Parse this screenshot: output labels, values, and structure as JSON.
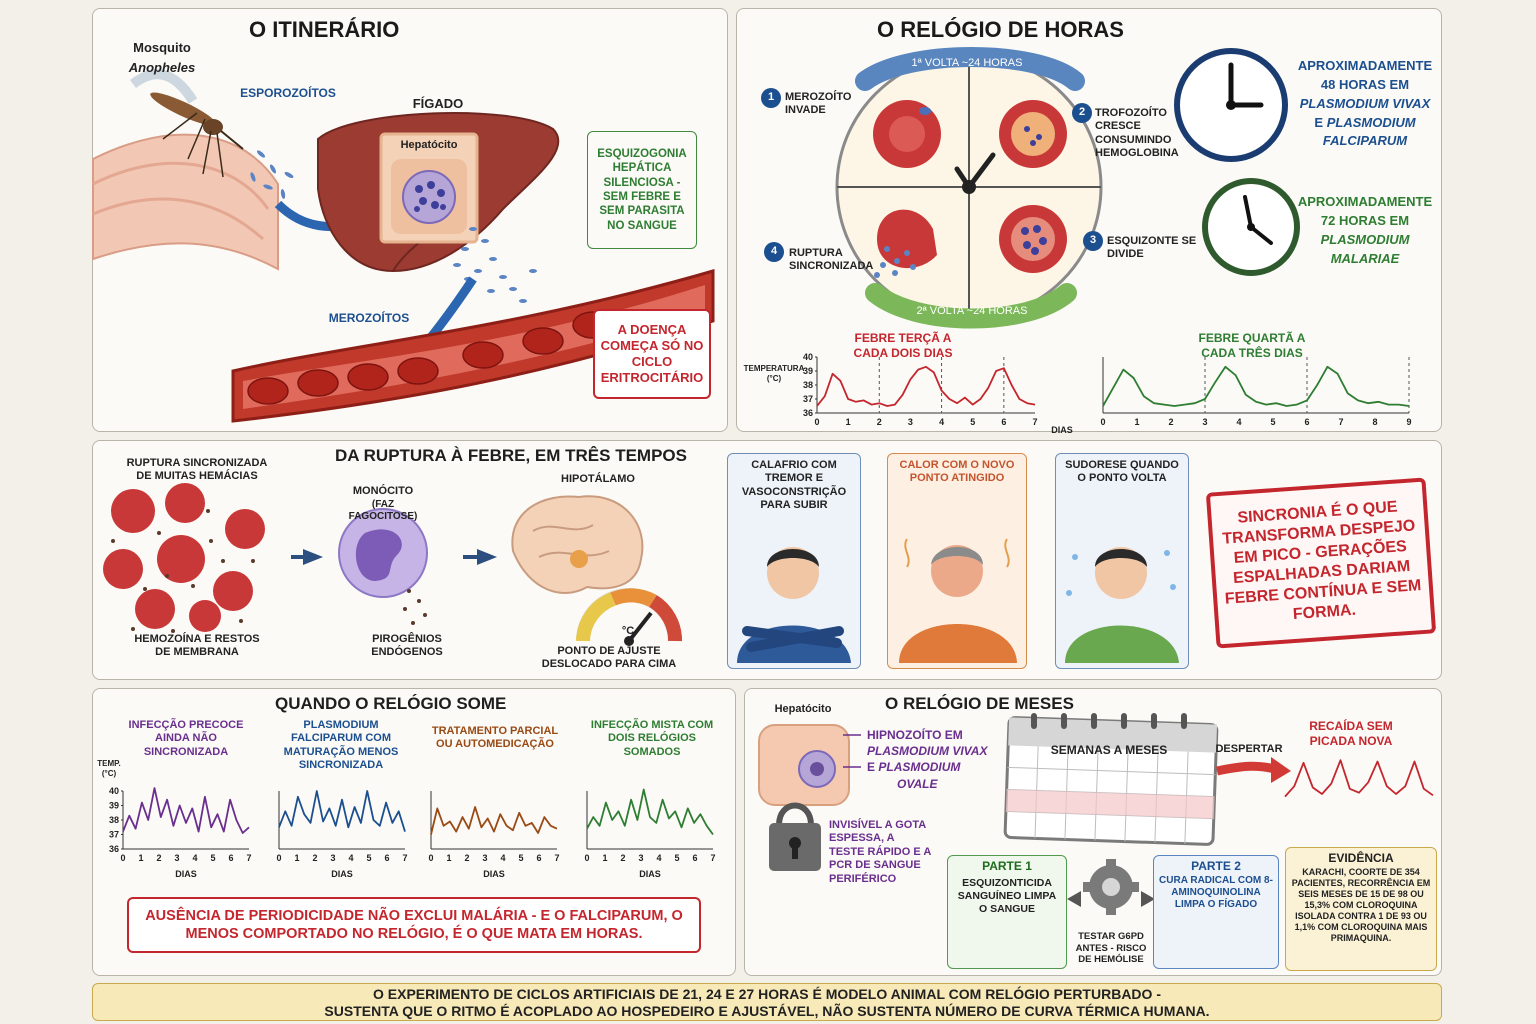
{
  "itinerary": {
    "title": "O ITINERÁRIO",
    "mosquito_line1": "Mosquito",
    "mosquito_line2": "Anopheles",
    "sporozoites": "ESPOROZOÍTOS",
    "liver": "FÍGADO",
    "hepatocyte": "Hepatócito",
    "schizogony": "ESQUIZOGONIA HEPÁTICA SILENCIOSA - SEM FEBRE E SEM PARASITA NO SANGUE",
    "merozoites": "MEROZOÍTOS",
    "disease": "A DOENÇA COMEÇA SÓ NO CICLO ERITROCITÁRIO"
  },
  "clock": {
    "title": "O RELÓGIO DE HORAS",
    "lap1": "1ª VOLTA ~24 HORAS",
    "lap2": "2ª VOLTA ~24 HORAS",
    "steps": [
      {
        "n": "1",
        "text": "MEROZOÍTO INVADE"
      },
      {
        "n": "2",
        "text": "TROFOZOÍTO CRESCE CONSUMINDO HEMOGLOBINA"
      },
      {
        "n": "3",
        "text": "ESQUIZONTE SE DIVIDE"
      },
      {
        "n": "4",
        "text": "RUPTURA SINCRONIZADA"
      }
    ],
    "c48_a": "APROXIMADAMENTE 48 HORAS EM",
    "c48_b": "PLASMODIUM VIVAX",
    "c48_c": "E",
    "c48_d": "PLASMODIUM",
    "c48_e": "FALCIPARUM",
    "c72_a": "APROXIMADAMENTE 72 HORAS EM",
    "c72_b": "PLASMODIUM MALARIAE",
    "tertian_label": "FEBRE TERÇÃ A CADA DOIS DIAS",
    "quartan_label": "FEBRE QUARTÃ A CADA TRÊS DIAS",
    "temp_axis": "TEMPERATURA (°C)",
    "days_axis": "DIAS"
  },
  "rupture": {
    "title": "DA RUPTURA À FEBRE, EM TRÊS TEMPOS",
    "rupture_label": "RUPTURA SINCRONIZADA DE MUITAS HEMÁCIAS",
    "hemozoin": "HEMOZOÍNA E RESTOS DE MEMBRANA",
    "monocyte": "MONÓCITO",
    "monocyte_sub": "(FAZ FAGOCITOSE)",
    "pyrogens": "PIROGÊNIOS ENDÓGENOS",
    "hypothalamus": "HIPOTÁLAMO",
    "setpoint": "PONTO DE AJUSTE DESLOCADO PARA CIMA",
    "gauge_unit": "°C",
    "phases": [
      "CALAFRIO COM TREMOR E VASOCONSTRIÇÃO PARA SUBIR",
      "CALOR COM O NOVO PONTO ATINGIDO",
      "SUDORESE QUANDO O PONTO VOLTA"
    ],
    "stamp": "SINCRONIA É O QUE TRANSFORMA DESPEJO EM PICO - GERAÇÕES ESPALHADAS DARIAM FEBRE CONTÍNUA E SEM FORMA."
  },
  "vanish": {
    "title": "QUANDO O RELÓGIO SOME",
    "panels": [
      "INFECÇÃO PRECOCE AINDA NÃO SINCRONIZADA",
      "PLASMODIUM FALCIPARUM COM MATURAÇÃO MENOS SINCRONIZADA",
      "TRATAMENTO PARCIAL OU AUTOMEDICAÇÃO",
      "INFECÇÃO MISTA COM DOIS RELÓGIOS SOMADOS"
    ],
    "temp_axis": "TEMP. (°C)",
    "days_axis": "DIAS",
    "warning": "AUSÊNCIA DE PERIODICIDADE NÃO EXCLUI MALÁRIA - E O FALCIPARUM, O MENOS COMPORTADO NO RELÓGIO, É O QUE MATA EM HORAS."
  },
  "months": {
    "title": "O RELÓGIO DE MESES",
    "hepatocyte": "Hepatócito",
    "hypno_a": "HIPNOZOÍTO EM",
    "hypno_b": "PLASMODIUM VIVAX",
    "hypno_c": "E",
    "hypno_d": "PLASMODIUM",
    "hypno_e": "OVALE",
    "invisible": "INVISÍVEL A GOTA ESPESSA, A TESTE RÁPIDO E A PCR DE SANGUE PERIFÉRICO",
    "calendar": "SEMANAS A MESES",
    "wake": "DESPERTAR",
    "relapse": "RECAÍDA SEM PICADA NOVA",
    "part1_title": "PARTE 1",
    "part1_text": "ESQUIZONTICIDA SANGUÍNEO LIMPA O SANGUE",
    "g6pd": "TESTAR G6PD ANTES - RISCO DE HEMÓLISE",
    "part2_title": "PARTE 2",
    "part2_text": "CURA RADICAL COM 8-AMINOQUINOLINA LIMPA O FÍGADO",
    "evidence_title": "EVIDÊNCIA",
    "evidence_text": "KARACHI, COORTE DE 354 PACIENTES, RECORRÊNCIA EM SEIS MESES DE 15 DE 98 OU 15,3% COM CLOROQUINA ISOLADA CONTRA 1 DE 93 OU 1,1% COM CLOROQUINA MAIS PRIMAQUINA."
  },
  "footer": {
    "line1": "O EXPERIMENTO DE CICLOS ARTIFICIAIS DE 21, 24 E 27 HORAS É MODELO ANIMAL COM RELÓGIO PERTURBADO -",
    "line2": "SUSTENTA QUE O RITMO É ACOPLADO AO HOSPEDEIRO E AJUSTÁVEL, NÃO SUSTENTA NÚMERO DE CURVA TÉRMICA HUMANA."
  },
  "chart_data": [
    {
      "type": "line",
      "name": "tertian",
      "title": "FEBRE TERÇÃ A CADA DOIS DIAS",
      "ylabel": "TEMPERATURA (°C)",
      "xlabel": "DIAS",
      "xlim": [
        0,
        7
      ],
      "ylim": [
        36,
        40
      ],
      "x_ticks": [
        0,
        1,
        2,
        3,
        4,
        5,
        6,
        7
      ],
      "y_ticks": [
        36,
        37,
        38,
        39,
        40
      ],
      "x": [
        0,
        0.25,
        0.5,
        0.75,
        1,
        1.25,
        1.5,
        1.75,
        2,
        2.25,
        2.5,
        2.75,
        3,
        3.25,
        3.5,
        3.75,
        4,
        4.25,
        4.5,
        4.75,
        5,
        5.25,
        5.5,
        5.75,
        6,
        6.25,
        6.5,
        6.75,
        7
      ],
      "y": [
        36.5,
        37.2,
        38.8,
        38.3,
        37.0,
        36.8,
        36.9,
        36.6,
        36.7,
        36.5,
        36.6,
        37.3,
        38.4,
        39.1,
        39.3,
        38.9,
        37.6,
        37.0,
        36.7,
        37.1,
        36.6,
        37.0,
        37.8,
        39.0,
        39.2,
        38.0,
        37.0,
        36.7,
        36.6
      ]
    },
    {
      "type": "line",
      "name": "quartan",
      "title": "FEBRE QUARTÃ A CADA TRÊS DIAS",
      "xlabel": "",
      "xlim": [
        0,
        9
      ],
      "ylim": [
        36,
        40
      ],
      "x_ticks": [
        0,
        1,
        2,
        3,
        4,
        5,
        6,
        7,
        8,
        9
      ],
      "x": [
        0,
        0.3,
        0.6,
        0.9,
        1.2,
        1.5,
        1.8,
        2.1,
        2.4,
        2.7,
        3,
        3.3,
        3.6,
        3.9,
        4.2,
        4.5,
        4.8,
        5.1,
        5.4,
        5.7,
        6,
        6.3,
        6.6,
        6.9,
        7.2,
        7.5,
        7.8,
        8.1,
        8.4,
        8.7,
        9
      ],
      "y": [
        36.5,
        37.8,
        39.1,
        38.5,
        37.2,
        36.7,
        36.6,
        36.5,
        36.6,
        36.7,
        37.0,
        38.2,
        39.3,
        38.7,
        37.3,
        36.8,
        36.6,
        36.7,
        36.5,
        36.6,
        36.9,
        38.0,
        39.3,
        38.8,
        37.4,
        36.9,
        36.7,
        36.8,
        36.6,
        36.6,
        36.5
      ]
    },
    {
      "type": "line",
      "name": "early",
      "title": "INFECÇÃO PRECOCE AINDA NÃO SINCRONIZADA",
      "xlim": [
        0,
        7
      ],
      "ylim": [
        36,
        40
      ],
      "x_ticks": [
        0,
        1,
        2,
        3,
        4,
        5,
        6,
        7
      ],
      "y_ticks": [
        36,
        37,
        38,
        39,
        40
      ],
      "x": [
        0,
        0.35,
        0.7,
        1.05,
        1.4,
        1.75,
        2.1,
        2.45,
        2.8,
        3.15,
        3.5,
        3.85,
        4.2,
        4.55,
        4.9,
        5.25,
        5.6,
        5.95,
        6.3,
        6.65,
        7
      ],
      "y": [
        37.2,
        38.3,
        37.4,
        39.2,
        38.0,
        40.2,
        38.2,
        39.4,
        37.6,
        39.0,
        37.8,
        38.8,
        37.2,
        39.6,
        37.5,
        38.4,
        37.2,
        39.4,
        38.0,
        37.1,
        37.5
      ]
    },
    {
      "type": "line",
      "name": "falciparum",
      "title": "PLASMODIUM FALCIPARUM COM MATURAÇÃO MENOS SINCRONIZADA",
      "xlim": [
        0,
        7
      ],
      "ylim": [
        36,
        40
      ],
      "x_ticks": [
        0,
        1,
        2,
        3,
        4,
        5,
        6,
        7
      ],
      "x": [
        0,
        0.35,
        0.7,
        1.05,
        1.4,
        1.75,
        2.1,
        2.45,
        2.8,
        3.15,
        3.5,
        3.85,
        4.2,
        4.55,
        4.9,
        5.25,
        5.6,
        5.95,
        6.3,
        6.65,
        7
      ],
      "y": [
        37.5,
        38.6,
        37.6,
        39.6,
        38.4,
        37.8,
        40.0,
        37.9,
        38.8,
        37.6,
        39.4,
        37.5,
        38.9,
        37.8,
        40.0,
        38.0,
        37.6,
        39.2,
        37.8,
        38.6,
        37.2
      ]
    },
    {
      "type": "line",
      "name": "partial",
      "title": "TRATAMENTO PARCIAL OU AUTOMEDICAÇÃO",
      "xlim": [
        0,
        7
      ],
      "ylim": [
        36,
        40
      ],
      "x_ticks": [
        0,
        1,
        2,
        3,
        4,
        5,
        6,
        7
      ],
      "x": [
        0,
        0.35,
        0.7,
        1.05,
        1.4,
        1.75,
        2.1,
        2.45,
        2.8,
        3.15,
        3.5,
        3.85,
        4.2,
        4.55,
        4.9,
        5.25,
        5.6,
        5.95,
        6.3,
        6.65,
        7
      ],
      "y": [
        37.0,
        38.8,
        37.6,
        37.9,
        37.2,
        38.2,
        37.4,
        38.9,
        37.5,
        38.1,
        37.2,
        38.4,
        37.6,
        37.3,
        38.5,
        37.6,
        37.8,
        37.1,
        38.2,
        37.6,
        37.4
      ]
    },
    {
      "type": "line",
      "name": "mixed",
      "title": "INFECÇÃO MISTA COM DOIS RELÓGIOS SOMADOS",
      "xlim": [
        0,
        7
      ],
      "ylim": [
        36,
        40
      ],
      "x_ticks": [
        0,
        1,
        2,
        3,
        4,
        5,
        6,
        7
      ],
      "x": [
        0,
        0.35,
        0.7,
        1.05,
        1.4,
        1.75,
        2.1,
        2.45,
        2.8,
        3.15,
        3.5,
        3.85,
        4.2,
        4.55,
        4.9,
        5.25,
        5.6,
        5.95,
        6.3,
        6.65,
        7
      ],
      "y": [
        37.4,
        38.2,
        37.6,
        39.2,
        38.0,
        38.6,
        37.6,
        39.4,
        38.0,
        40.1,
        38.2,
        37.8,
        39.4,
        38.1,
        38.6,
        37.5,
        38.8,
        37.8,
        38.4,
        37.6,
        37.0
      ]
    },
    {
      "type": "line",
      "name": "relapse",
      "title": "RECAÍDA SEM PICADA NOVA",
      "xlim": [
        0,
        4
      ],
      "ylim": [
        36,
        40
      ],
      "x": [
        0,
        0.25,
        0.5,
        0.75,
        1,
        1.25,
        1.5,
        1.75,
        2,
        2.25,
        2.5,
        2.75,
        3,
        3.25,
        3.5,
        3.75,
        4
      ],
      "y": [
        36.8,
        37.6,
        39.4,
        37.5,
        37.0,
        37.8,
        39.6,
        37.4,
        37.1,
        37.9,
        39.5,
        37.6,
        37.0,
        37.6,
        39.5,
        37.4,
        36.9
      ]
    }
  ],
  "colors": {
    "tertian": "#c4262e",
    "quartan": "#2e7d32",
    "early": "#6a2f8e",
    "falciparum": "#1c4f8f",
    "partial": "#9a4a14",
    "mixed": "#2e7d32",
    "relapse": "#c4262e"
  }
}
